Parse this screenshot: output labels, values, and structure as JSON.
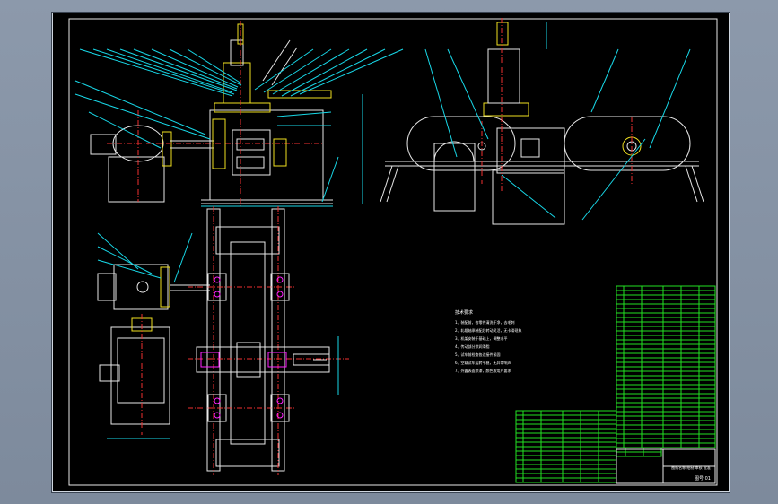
{
  "title_block": {
    "company": "图纸名称 绘制 审核 批准",
    "drawing_no": "图号·01"
  },
  "notes": {
    "heading": "技术要求",
    "lines": [
      "1、装配前，各零件清洗干净，去毛刺",
      "2、轧辊轴承装配后转动灵活，无卡滞现象",
      "3、机架安装于基础上，调整水平",
      "4、传动部分涂润滑脂",
      "5、试车前检查各连接件紧固",
      "6、空载试车运转平稳，无异常响声",
      "7、外露表面涂漆，颜色按用户要求"
    ]
  },
  "colors": {
    "background": "#8c99ab",
    "paper": "#000000",
    "outline": "#e8e8e8",
    "dimension": "#18d8e8",
    "hatch": "#f0e020",
    "table": "#22e022",
    "centerline": "#f03030",
    "highlight": "#ff20ff"
  }
}
